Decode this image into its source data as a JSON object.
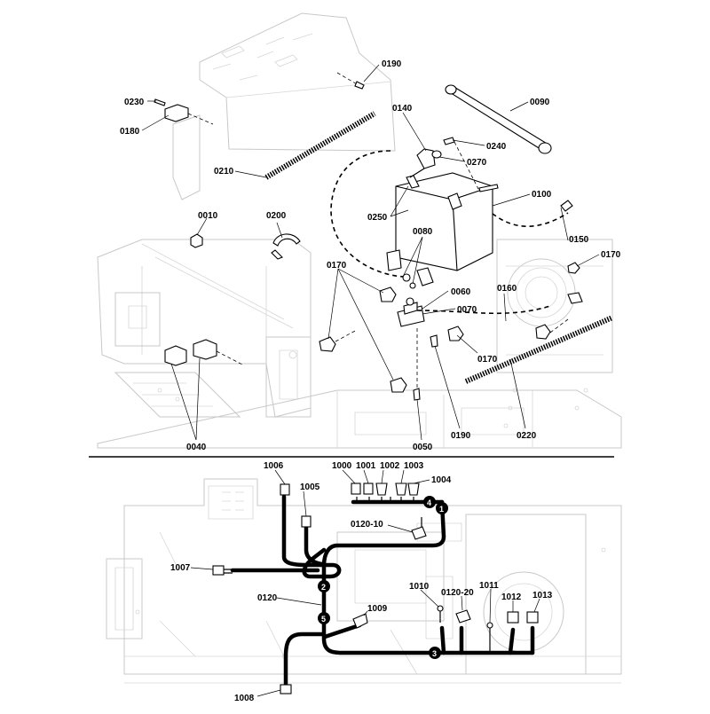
{
  "upper_callouts": {
    "c0190a": "0190",
    "c0230": "0230",
    "c0180": "0180",
    "c0140": "0140",
    "c0090": "0090",
    "c0240": "0240",
    "c0270": "0270",
    "c0210": "0210",
    "c0100": "0100",
    "c0250": "0250",
    "c0010": "0010",
    "c0200": "0200",
    "c0080": "0080",
    "c0150": "0150",
    "c0170a": "0170",
    "c0170b": "0170",
    "c0160": "0160",
    "c0060": "0060",
    "c0070": "0070",
    "c0170c": "0170",
    "c0040": "0040",
    "c0050": "0050",
    "c0190b": "0190",
    "c0220": "0220"
  },
  "lower_callouts": {
    "c1006": "1006",
    "c1005": "1005",
    "c1000": "1000",
    "c1001": "1001",
    "c1002": "1002",
    "c1003": "1003",
    "c1004": "1004",
    "c0120_10": "0120-10",
    "c1007": "1007",
    "c0120": "0120",
    "c1009": "1009",
    "c1010": "1010",
    "c0120_20": "0120-20",
    "c1011": "1011",
    "c1012": "1012",
    "c1013": "1013",
    "c1008": "1008"
  },
  "harness_markers": {
    "m1": "1",
    "m2": "2",
    "m3": "3",
    "m4": "4",
    "m5": "5"
  }
}
